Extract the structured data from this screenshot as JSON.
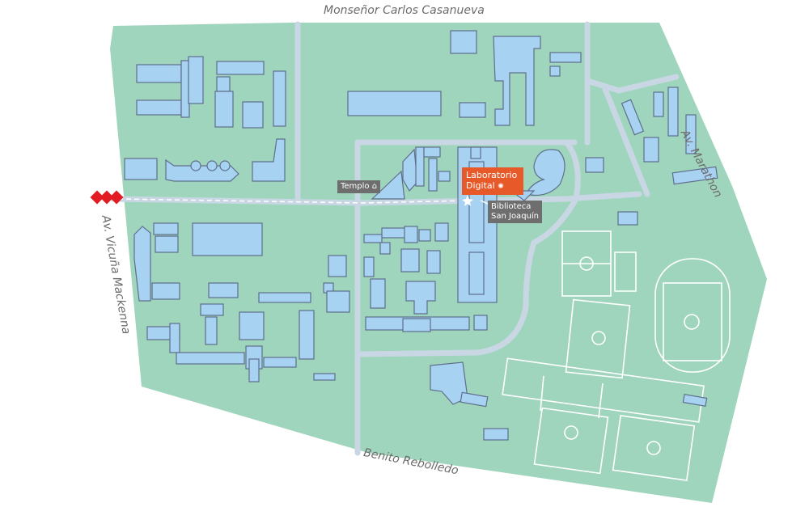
{
  "streets": {
    "north": "Monseñor Carlos Casanueva",
    "east": "Av. Marathon",
    "west": "Av. Vicuña Mackenna",
    "south": "Benito Rebolledo"
  },
  "labels": {
    "templo": "Templo",
    "laboratorio_line1": "Laboratorio",
    "laboratorio_line2": "Digital",
    "biblioteca_line1": "Biblioteca",
    "biblioteca_line2": "San Joaquín"
  },
  "icons": {
    "templo": "house-icon",
    "laboratorio": "dots-icon",
    "entrance": "diamond-markers-icon",
    "route": "dashed-route-icon"
  },
  "colors": {
    "campus": "#a0d5bd",
    "building": "#a8d2f2",
    "building_outline": "#5d6f8c",
    "path": "#c9d7e4",
    "highlight": "#e8592a",
    "marker": "#e31b23"
  }
}
